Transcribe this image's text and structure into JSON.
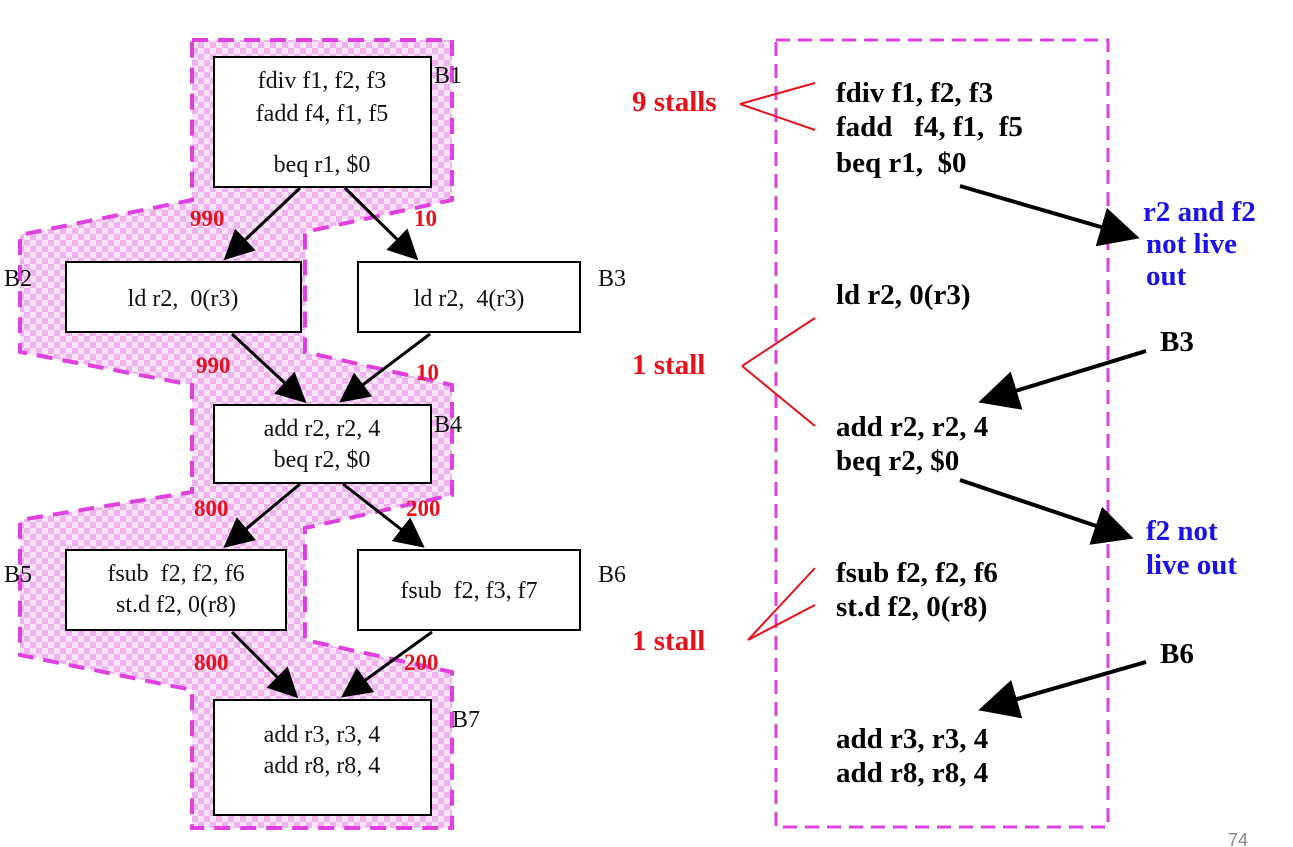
{
  "cfg": {
    "blocks": [
      {
        "id": "B1",
        "label": "B1",
        "lines": [
          "fdiv f1, f2, f3",
          "fadd f4, f1, f5",
          "beq r1, $0"
        ]
      },
      {
        "id": "B2",
        "label": "B2",
        "lines": [
          "ld r2,  0(r3)"
        ]
      },
      {
        "id": "B3",
        "label": "B3",
        "lines": [
          "ld r2,  4(r3)"
        ]
      },
      {
        "id": "B4",
        "label": "B4",
        "lines": [
          "add r2, r2, 4",
          "beq r2, $0"
        ]
      },
      {
        "id": "B5",
        "label": "B5",
        "lines": [
          "fsub  f2, f2, f6",
          "st.d f2, 0(r8)"
        ]
      },
      {
        "id": "B6",
        "label": "B6",
        "lines": [
          "fsub  f2, f3, f7"
        ]
      },
      {
        "id": "B7",
        "label": "B7",
        "lines": [
          "add r3, r3, 4",
          "add r8, r8, 4"
        ]
      }
    ],
    "edges": [
      {
        "from": "B1",
        "to": "B2",
        "weight": "990"
      },
      {
        "from": "B1",
        "to": "B3",
        "weight": "10"
      },
      {
        "from": "B2",
        "to": "B4",
        "weight": "990"
      },
      {
        "from": "B3",
        "to": "B4",
        "weight": "10"
      },
      {
        "from": "B4",
        "to": "B5",
        "weight": "800"
      },
      {
        "from": "B4",
        "to": "B6",
        "weight": "200"
      },
      {
        "from": "B5",
        "to": "B7",
        "weight": "800"
      },
      {
        "from": "B6",
        "to": "B7",
        "weight": "200"
      }
    ]
  },
  "schedule": {
    "lines": [
      "fdiv f1, f2, f3",
      "fadd   f4, f1,  f5",
      "beq r1,  $0",
      "ld r2, 0(r3)",
      "add r2, r2, 4",
      "beq r2, $0",
      "fsub f2, f2, f6",
      "st.d f2, 0(r8)",
      "add r3, r3, 4",
      "add r8, r8, 4"
    ],
    "stalls": [
      "9 stalls",
      "1 stall",
      "1 stall"
    ],
    "side_blocks": [
      "B3",
      "B6"
    ],
    "notes": [
      [
        "r2 and f2",
        "not live",
        "out"
      ],
      [
        "f2 not",
        "live out"
      ]
    ]
  },
  "colors": {
    "trace": "#e040e0",
    "trace_fill": "#f3c6f3",
    "weight": "#e8101a",
    "note": "#1a12e8"
  },
  "page_number": "74"
}
